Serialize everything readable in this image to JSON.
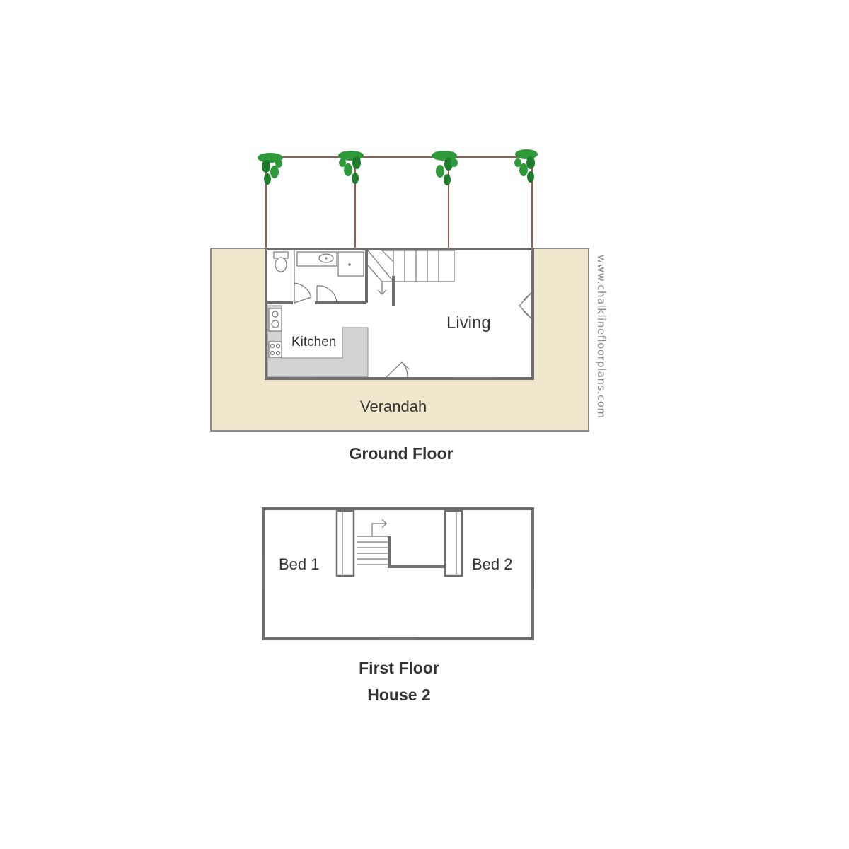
{
  "ground_floor": {
    "caption": "Ground Floor",
    "rooms": {
      "kitchen": "Kitchen",
      "living": "Living",
      "verandah": "Verandah"
    }
  },
  "first_floor": {
    "caption": "First Floor",
    "subcaption": "House 2",
    "rooms": {
      "bed1": "Bed 1",
      "bed2": "Bed 2"
    }
  },
  "watermark": "www.chalklinefloorplans.com",
  "colors": {
    "verandah_fill": "#efe8cc",
    "wall": "#6e6e6e",
    "plant": "#2e9a3a",
    "post": "#9a5a4a",
    "bench": "#d3d3d3"
  },
  "icons": [
    "plant-icon",
    "toilet-icon",
    "sink-icon",
    "shower-icon",
    "stove-icon",
    "stair-icon",
    "door-icon"
  ]
}
